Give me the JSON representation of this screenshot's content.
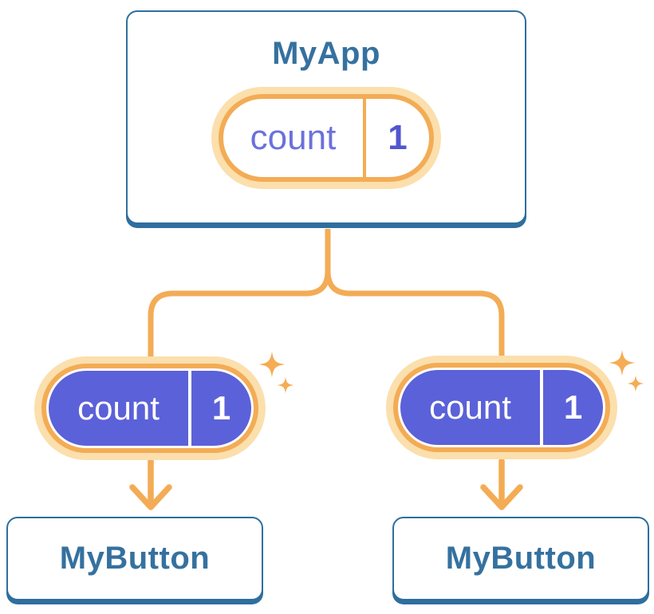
{
  "diagram": {
    "description": "React component tree: parent state passed down as props",
    "colors": {
      "background": "#ffffff",
      "card_border": "#2E6F9E",
      "card_text": "#35719F",
      "pill_ring": "#F3AC55",
      "pill_ring_outer": "#FBDFAD",
      "connector": "#F3AC55",
      "sparkle": "#F5AC55",
      "state_fill": "#5B61D8",
      "state_text_light": "#6B71DB",
      "state_value_text": "#5157CF",
      "pill_text_on_purple": "#ffffff"
    },
    "root": {
      "title": "MyApp",
      "state": {
        "name": "count",
        "value": "1"
      }
    },
    "children": [
      {
        "title": "MyButton",
        "prop": {
          "name": "count",
          "value": "1"
        }
      },
      {
        "title": "MyButton",
        "prop": {
          "name": "count",
          "value": "1"
        }
      }
    ]
  }
}
